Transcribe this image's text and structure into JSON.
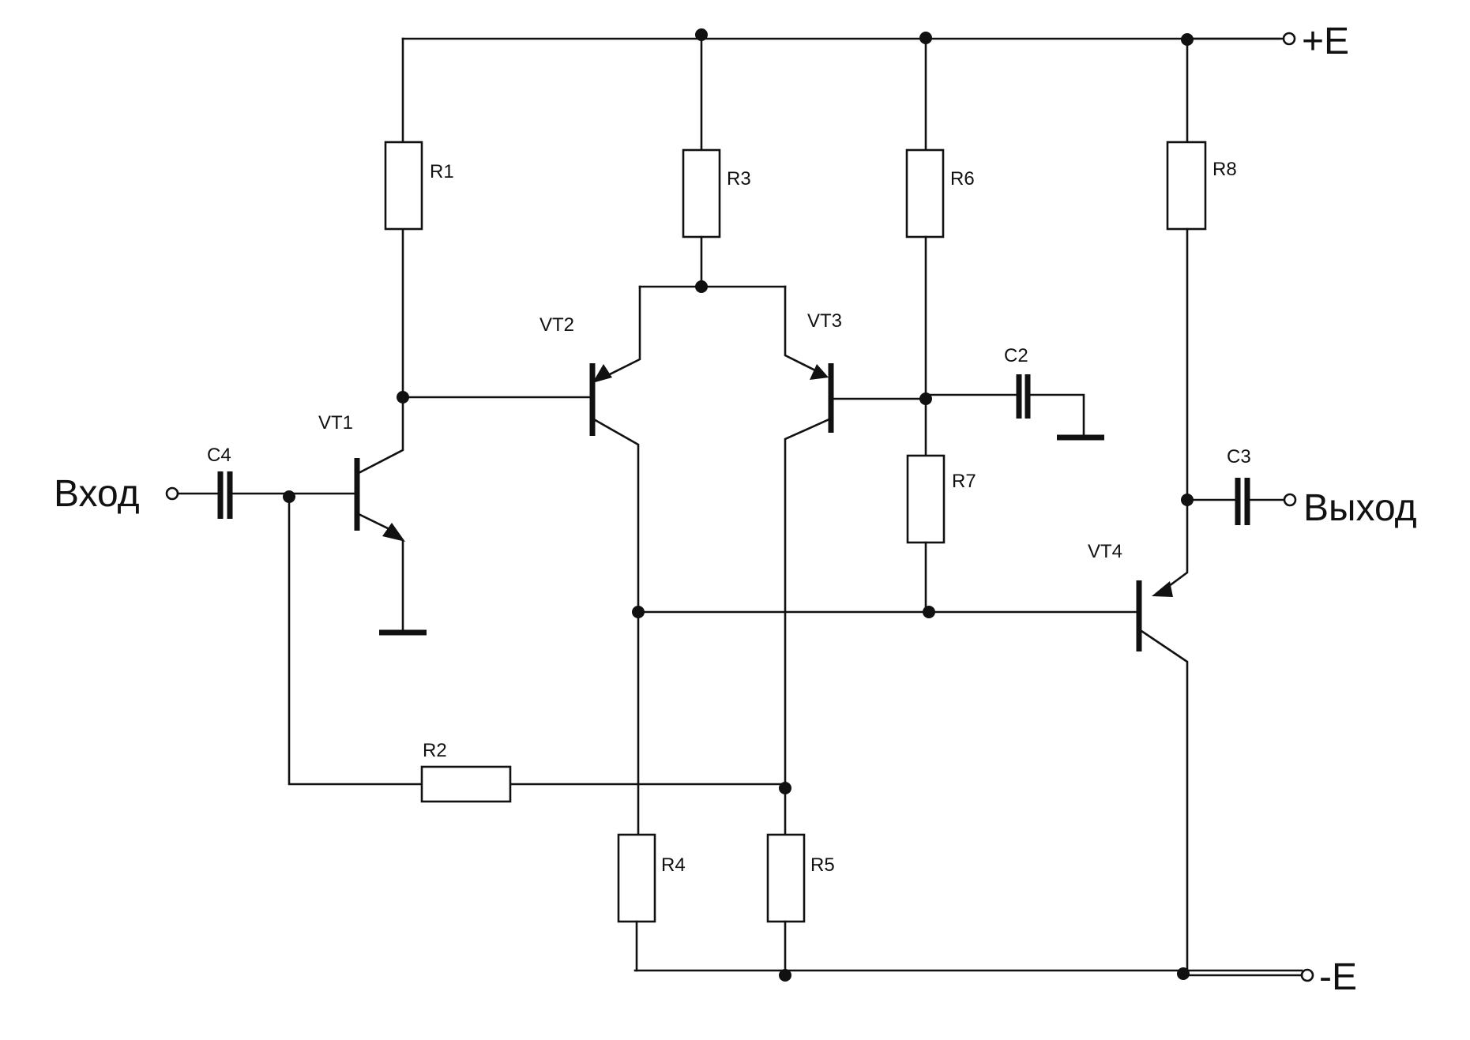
{
  "resistors": {
    "r1": "R1",
    "r2": "R2",
    "r3": "R3",
    "r4": "R4",
    "r5": "R5",
    "r6": "R6",
    "r7": "R7",
    "r8": "R8"
  },
  "capacitors": {
    "c2": "C2",
    "c3": "C3",
    "c4": "C4"
  },
  "transistors": {
    "vt1": "VT1",
    "vt2": "VT2",
    "vt3": "VT3",
    "vt4": "VT4"
  },
  "terminals": {
    "input": "Вход",
    "output": "Выход",
    "plus_supply": "+E",
    "minus_supply": "-E"
  }
}
